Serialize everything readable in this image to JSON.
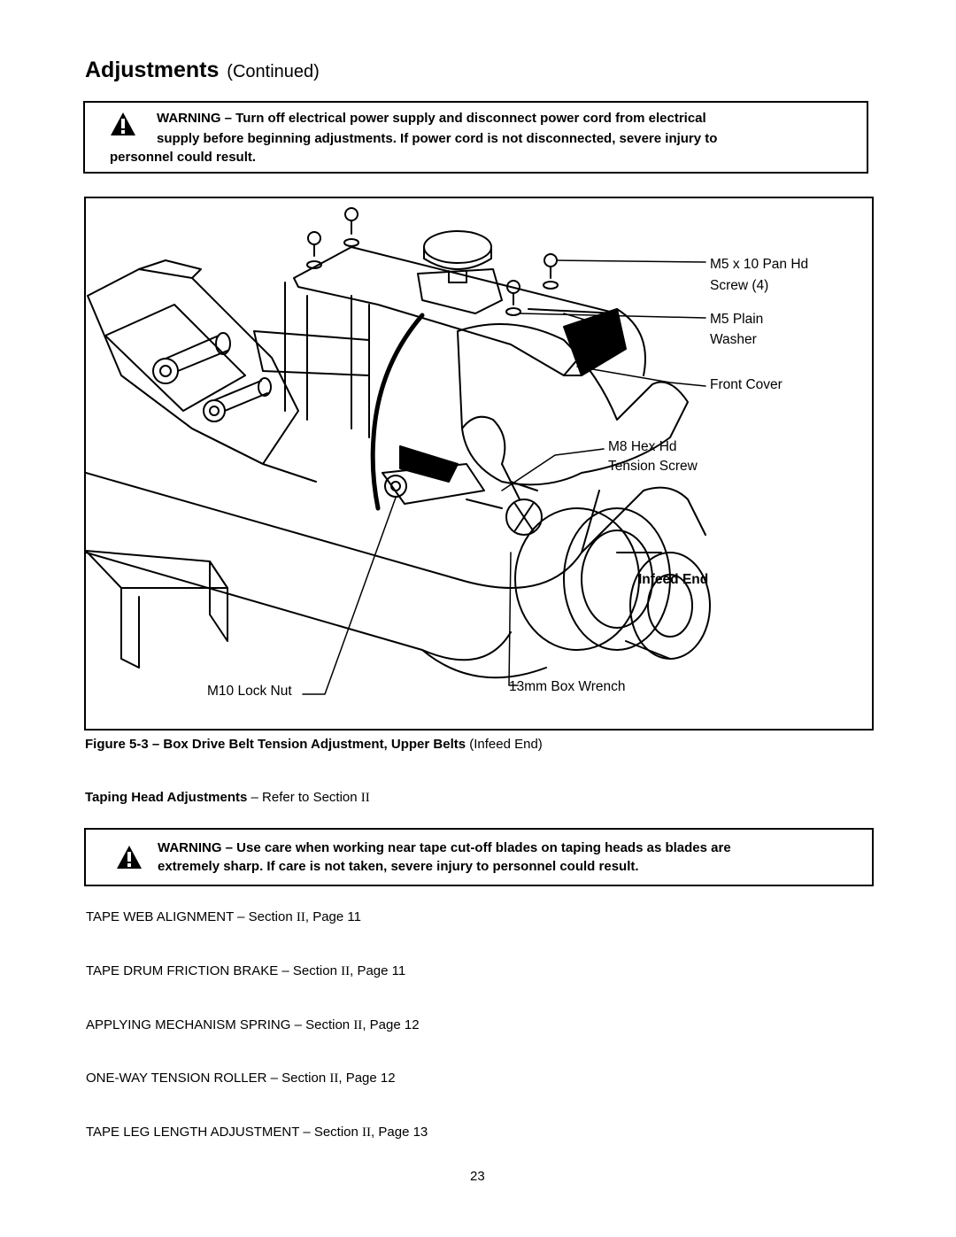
{
  "title": {
    "main": "Adjustments",
    "sub": "(Continued)"
  },
  "warning_1": {
    "icon": "warning-triangle-icon",
    "lines": [
      "WARNING – Turn off electrical power supply and disconnect power cord from electrical",
      "supply before beginning adjustments.  If power cord is not disconnected, severe injury to",
      "personnel could result."
    ]
  },
  "figure": {
    "callouts": {
      "pan_hd_screw_1": "M5 x 10 Pan Hd",
      "pan_hd_screw_2": "Screw (4)",
      "plain_washer_1": "M5 Plain",
      "plain_washer_2": "Washer",
      "front_cover": "Front Cover",
      "hex_hd_1": "M8 Hex Hd",
      "hex_hd_2": "Tension Screw",
      "infeed_end": "Infeed End",
      "lock_nut": "M10 Lock Nut",
      "box_wrench": "13mm Box Wrench"
    }
  },
  "caption": {
    "bold": "Figure 5-3 – Box Drive Belt Tension Adjustment, Upper Belts",
    "normal": "(Infeed End)"
  },
  "taping_head": {
    "bold": "Taping Head Adjustments",
    "normal": "– Refer to Section",
    "roman": "II"
  },
  "warning_2": {
    "icon": "warning-triangle-icon",
    "lines": [
      "WARNING – Use care when working near tape cut-off blades on taping heads as blades are",
      "extremely sharp.  If care is not taken, severe injury to personnel could result."
    ]
  },
  "references": [
    {
      "label": "TAPE WEB ALIGNMENT – Section",
      "roman": "II",
      "page": ", Page 11"
    },
    {
      "label": "TAPE DRUM FRICTION BRAKE – Section",
      "roman": "II",
      "page": ", Page 11"
    },
    {
      "label": "APPLYING MECHANISM SPRING – Section",
      "roman": "II",
      "page": ", Page 12"
    },
    {
      "label": "ONE-WAY TENSION ROLLER – Section",
      "roman": "II",
      "page": ", Page 12"
    },
    {
      "label": "TAPE LEG LENGTH ADJUSTMENT – Section",
      "roman": "II",
      "page": ", Page 13"
    }
  ],
  "page_number": "23"
}
